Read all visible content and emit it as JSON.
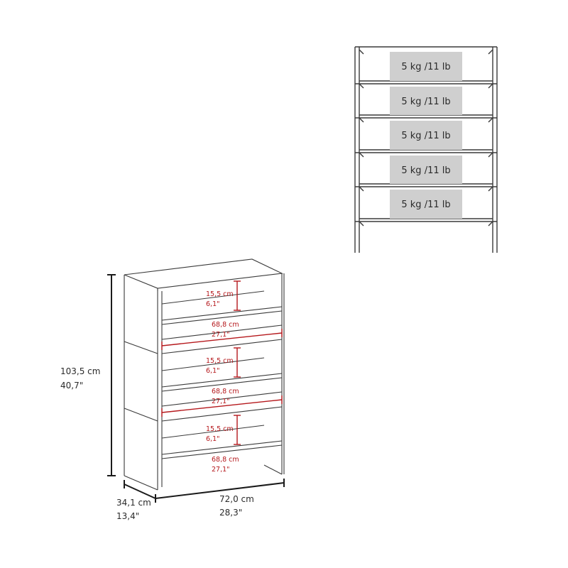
{
  "load_diagram": {
    "shelf_loads": [
      "5 kg /11 lb",
      "5 kg /11 lb",
      "5 kg /11 lb",
      "5 kg /11 lb",
      "5 kg /11 lb"
    ]
  },
  "dimensions": {
    "height_cm": "103,5 cm",
    "height_in": "40,7\"",
    "depth_cm": "34,1 cm",
    "depth_in": "13,4\"",
    "width_cm": "72,0 cm",
    "width_in": "28,3\"",
    "shelf_gap_cm": "15,5 cm",
    "shelf_gap_in": "6,1\"",
    "shelf_width_cm": "68,8 cm",
    "shelf_width_in": "27,1\""
  },
  "colors": {
    "line": "#3a3a3a",
    "dimension_red": "#b5181c",
    "load_box": "#cfcfcf"
  }
}
